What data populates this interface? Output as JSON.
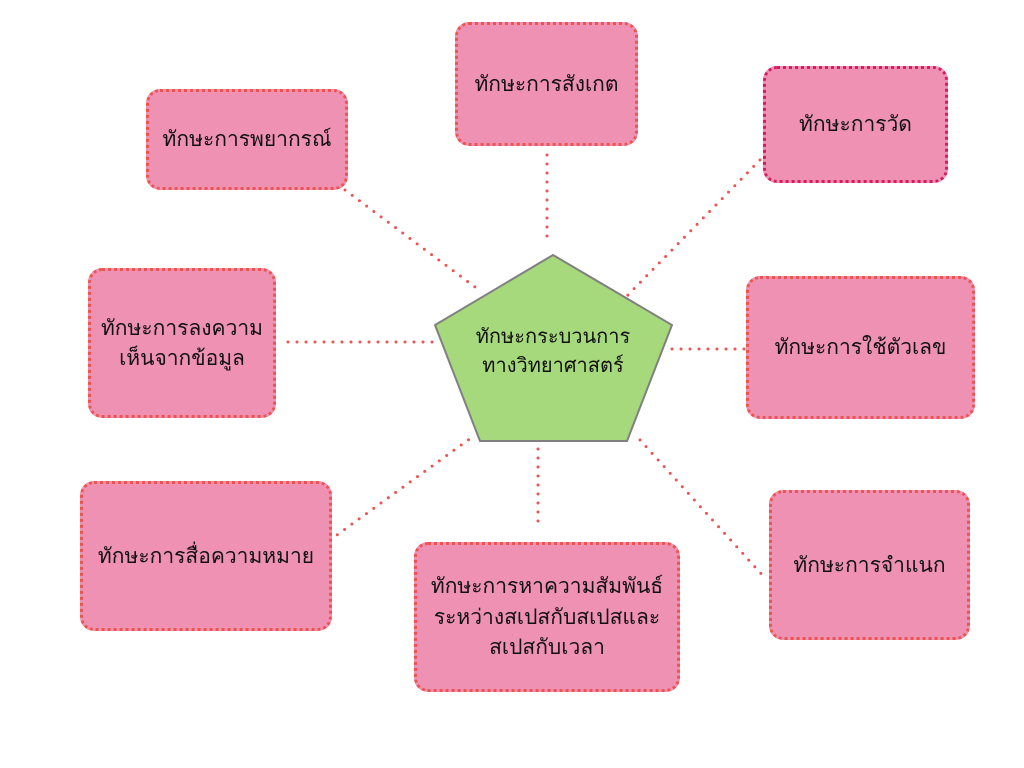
{
  "center": {
    "line1": "ทักษะกระบวนการ",
    "line2": "ทางวิทยาศาสตร์"
  },
  "skills": {
    "predict": "ทักษะการพยากรณ์",
    "observe": "ทักษะการสังเกต",
    "measure": "ทักษะการวัด",
    "infer_line1": "ทักษะการลงความ",
    "infer_line2": "เห็นจากข้อมูล",
    "numbers": "ทักษะการใช้ตัวเลข",
    "communicate": "ทักษะการสื่อความหมาย",
    "space_line1": "ทักษะการหาความสัมพันธ์",
    "space_line2": "ระหว่างสเปสกับสเปสและ",
    "space_line3": "สเปสกับเวลา",
    "classify": "ทักษะการจำแนก"
  },
  "colors": {
    "box_fill": "#ee91b3",
    "box_border": "#ef5350",
    "measure_border": "#d81b60",
    "pentagon_fill": "#a6d97c",
    "link": "#ef5350"
  }
}
